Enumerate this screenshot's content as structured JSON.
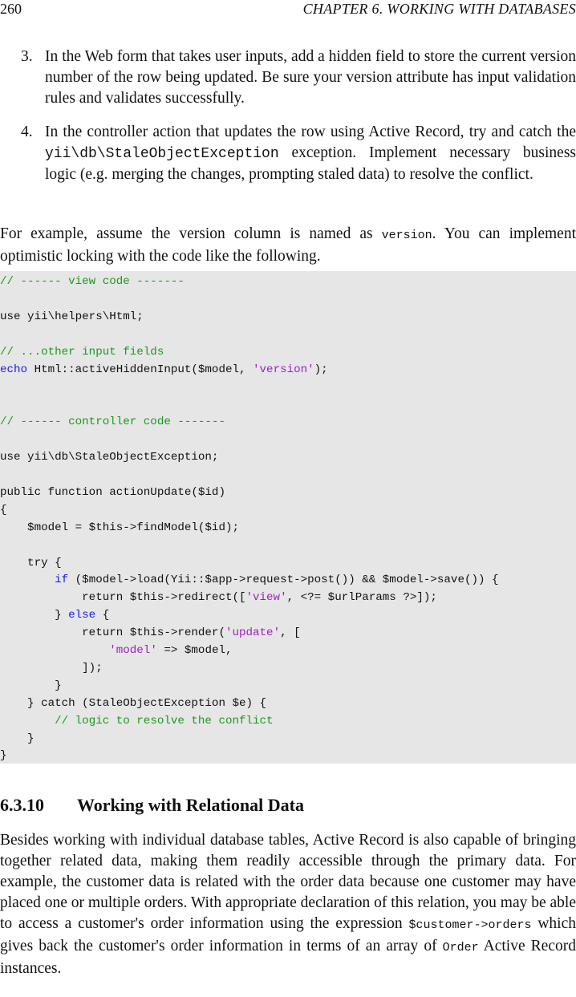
{
  "header": {
    "page_number": "260",
    "chapter_title": "CHAPTER 6.  WORKING WITH DATABASES"
  },
  "steps": [
    {
      "number": "3.",
      "text": "In the Web form that takes user inputs, add a hidden field to store the current version number of the row being updated.  Be sure your version attribute has input validation rules and validates successfully."
    },
    {
      "number": "4.",
      "text_before": "In the controller action that updates the row using Active Record, try and catch the ",
      "code": "yii\\db\\StaleObjectException",
      "text_after": " exception.  Implement necessary business logic (e.g.  merging the changes, prompting staled data) to resolve the conflict."
    }
  ],
  "intro": {
    "before": "For example, assume the version column is named as ",
    "code": "version",
    "after": ". You can implement optimistic locking with the code like the following."
  },
  "code_lines": {
    "l1": "// ------ view code -------",
    "l3": "use yii\\helpers\\Html;",
    "l5": "// ...other input fields",
    "l6_kw": "echo",
    "l6_a": " Html::activeHiddenInput($model, ",
    "l6_str": "'version'",
    "l6_b": ");",
    "l9": "// ------ controller code -------",
    "l11": "use yii\\db\\StaleObjectException;",
    "l13": "public function actionUpdate($id)",
    "l14": "{",
    "l15": "    $model = $this->findModel($id);",
    "l17": "    try {",
    "l18_indent": "        ",
    "l18_kw": "if",
    "l18_rest": " ($model->load(Yii::$app->request->post()) && $model->save()) {",
    "l19_a": "            return $this->redirect([",
    "l19_str": "'view'",
    "l19_b": ", <?= $urlParams ?>]);",
    "l20_a": "        } ",
    "l20_kw": "else",
    "l20_b": " {",
    "l21_a": "            return $this->render(",
    "l21_str": "'update'",
    "l21_b": ", [",
    "l22_indent": "                ",
    "l22_str": "'model'",
    "l22_b": " => $model,",
    "l23": "            ]);",
    "l24": "        }",
    "l25": "    } catch (StaleObjectException $e) {",
    "l26_indent": "        ",
    "l26_comment": "// logic to resolve the conflict",
    "l27": "    }",
    "l28": "}"
  },
  "section": {
    "number": "6.3.10",
    "title": "Working with Relational Data"
  },
  "relational": {
    "p1": "Besides working with individual database tables, Active Record is also capable of bringing together related data, making them readily accessible through the primary data. For example, the customer data is related with the order data because one customer may have placed one or multiple orders. With appropriate declaration of this relation, you may be able to access a customer's order information using the expression ",
    "code1": "$customer->orders",
    "p2": " which gives back the customer's order information in terms of an array of ",
    "code2": "Order",
    "p3": " Active Record instances."
  }
}
